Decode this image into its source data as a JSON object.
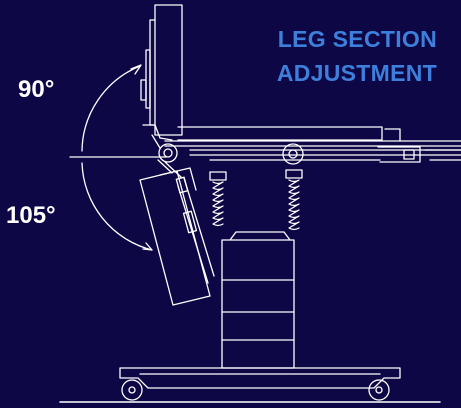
{
  "title": {
    "line1": "LEG SECTION",
    "line2": "ADJUSTMENT"
  },
  "angles": {
    "up": "90°",
    "down": "105°"
  },
  "colors": {
    "background": "#0d0845",
    "title": "#3f7fdc",
    "line_art": "#ffffff"
  }
}
